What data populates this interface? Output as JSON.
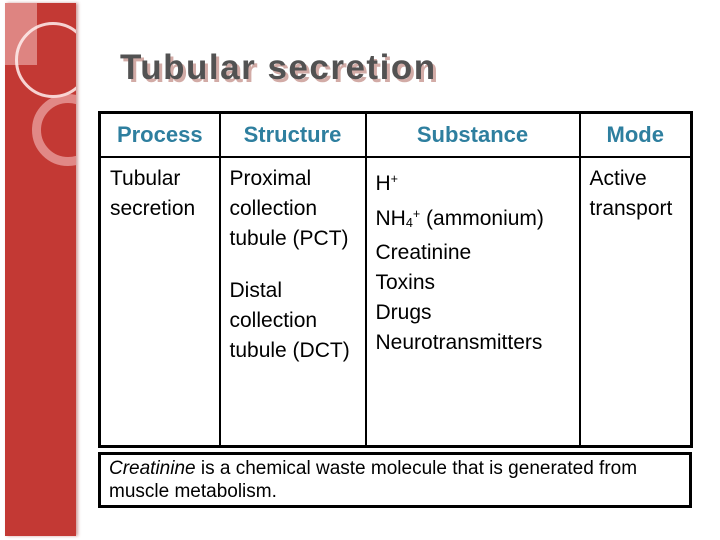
{
  "title": "Tubular secretion",
  "table": {
    "headers": [
      "Process",
      "Structure",
      "Substance",
      "Mode"
    ],
    "row": {
      "process": "Tubular secretion",
      "structure_1": "Proximal collection tubule (PCT)",
      "structure_2": "Distal collection tubule (DCT)",
      "substance": {
        "line1_base": "H",
        "line1_sup": "+",
        "line2_base": "NH",
        "line2_sub": "4",
        "line2_sup": "+",
        "line2_rest": " (ammonium)",
        "line3": "Creatinine",
        "line4": "Toxins",
        "line5": "Drugs",
        "line6": "Neurotransmitters"
      },
      "mode": "Active transport"
    }
  },
  "footnote": {
    "term": "Creatinine",
    "rest": " is a chemical waste molecule that is generated from muscle metabolism."
  },
  "colors": {
    "sidebar_red": "#c33934",
    "header_teal": "#2e7f9f",
    "title_gray": "#525252",
    "title_shadow_pink": "#cda29c",
    "border_black": "#000000"
  }
}
